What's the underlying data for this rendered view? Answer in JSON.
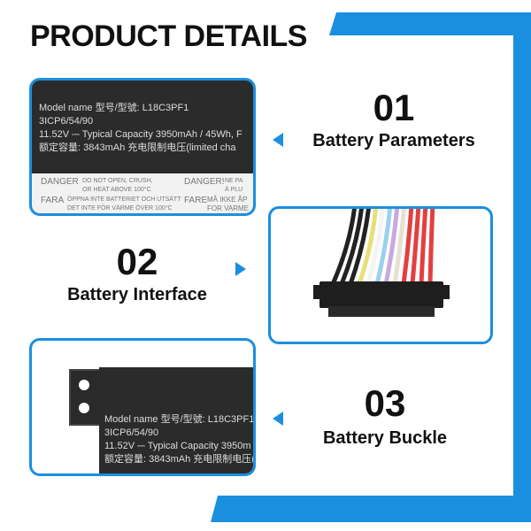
{
  "title": "PRODUCT DETAILS",
  "accent": "#1a8fe0",
  "sections": [
    {
      "number": "01",
      "caption": "Battery Parameters"
    },
    {
      "number": "02",
      "caption": "Battery Interface"
    },
    {
      "number": "03",
      "caption": "Battery Buckle"
    }
  ],
  "label": {
    "line1": "Model name 型号/型號: L18C3PF1",
    "line2": "3ICP6/54/90",
    "line3": "11.52V ⎓ Typical Capacity 3950mAh / 45Wh, F",
    "line4": "额定容量: 3843mAh  充电限制电压(limited cha",
    "danger": "DANGER",
    "danger_text1": "DO NOT OPEN, CRUSH,",
    "danger_text2": "OR HEAT ABOVE 100°C",
    "danger2": "DANGER!",
    "danger2_text1": "NE PA",
    "danger2_text2": "À PLU",
    "fara": "FARA",
    "fara_text1": "ÖPPNA INTE BATTERIET OCH UTSÄTT",
    "fara_text2": "DET INTE FÖR VÄRME ÖVER 100°C",
    "fare": "FARE",
    "fare_text1": "MÅ IKKE ÅP",
    "fare_text2": "FOR VARME"
  },
  "label2": {
    "line1": "Model name 型号/型號: L18C3PF1",
    "line2": "3ICP6/54/90",
    "line3": "11.52V ⎓ Typical Capacity 3950m",
    "line4": "额定容量: 3843mAh  充电限制电压("
  }
}
